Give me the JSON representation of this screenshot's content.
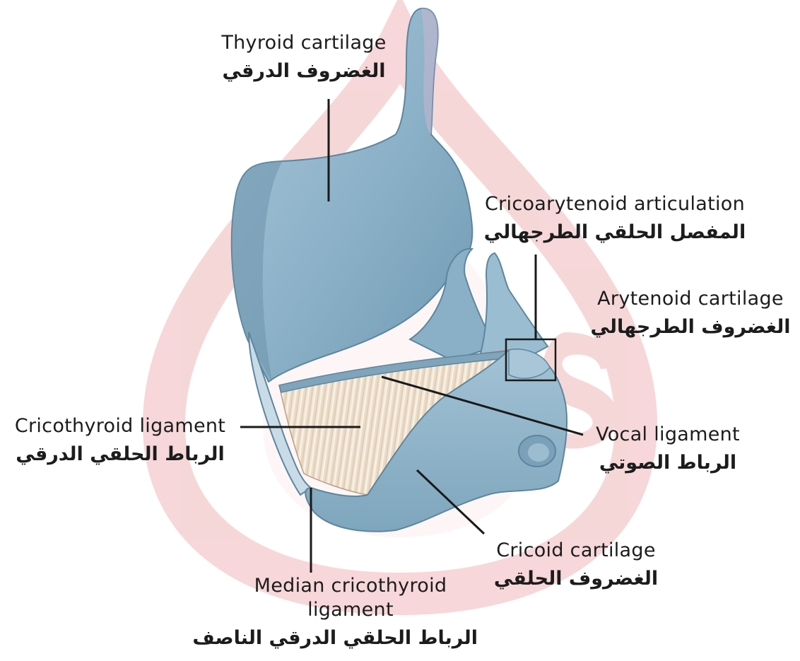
{
  "colors": {
    "cartilage": "#8fb5cc",
    "cartilage_shade": "#6f9ab4",
    "cartilage_light": "#b7d0de",
    "ligament": "#efe3cf",
    "watermark": "#f3c6c8",
    "leader": "#1a1a1a"
  },
  "labels": {
    "thyroid": {
      "en": "Thyroid cartilage",
      "ar": "الغضروف الدرقي"
    },
    "cricoarytenoid": {
      "en": "Cricoarytenoid articulation",
      "ar": "المفصل الحلقي الطرجهالي"
    },
    "arytenoid": {
      "en": "Arytenoid cartilage",
      "ar": "الغضروف الطرجهالي"
    },
    "cricothyroid_lig": {
      "en": "Cricothyroid ligament",
      "ar": "الرباط الحلقي الدرقي"
    },
    "vocal_lig": {
      "en": "Vocal ligament",
      "ar": "الرباط الصوتي"
    },
    "cricoid": {
      "en": "Cricoid cartilage",
      "ar": "الغضروف الحلقي"
    },
    "median": {
      "en_line1": "Median cricothyroid",
      "en_line2": "ligament",
      "ar": "الرباط الحلقي الدرقي الناصف"
    }
  }
}
